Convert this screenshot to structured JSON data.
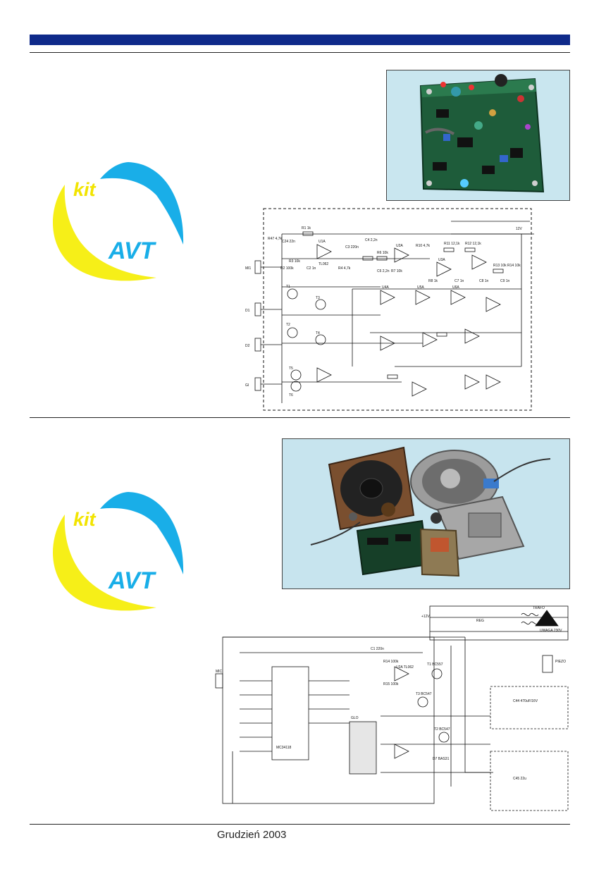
{
  "logo": {
    "kit": "kit",
    "brand": "AVT"
  },
  "schematic1": {
    "supply_label": "12V",
    "u1": "U1A",
    "u1_type": "TL062",
    "u2": "U2A",
    "u3": "U3A",
    "u4": "U4A",
    "u5": "U5A",
    "u6": "U6A",
    "parts": [
      "R47 4,7k",
      "C24 22n",
      "R1 1k",
      "R2 100k",
      "R3 10k",
      "C2 1n",
      "R4 4,7k",
      "C4 2,2n",
      "R6 10k",
      "C6 2,2n",
      "R7 10k",
      "C3 220n",
      "R11 12,1k",
      "R12 12,1k",
      "R13 10k",
      "R14 10k",
      "C7 1n",
      "C8 1n",
      "C9 1n",
      "R8 1k",
      "R10 4,7k"
    ],
    "inputs": [
      "MI1",
      "D1",
      "D2",
      "GI"
    ],
    "transistors": [
      "T1",
      "T2",
      "T3",
      "T4",
      "T5",
      "T6"
    ]
  },
  "schematic2": {
    "ic": "MC34118",
    "transformer": "TRAFO",
    "warning": "UWAGA 230V",
    "piezo": "PIEZO",
    "supply": "+12V",
    "parts": [
      "C1 220n",
      "R14 100k",
      "R15 100k",
      "U2A TL062",
      "T1 BC557",
      "T2 BC547",
      "T3 BC547",
      "D7 BAS31",
      "C44 470uF/16V",
      "C45 22u",
      "REG",
      "MIC",
      "GLO"
    ]
  },
  "footer": {
    "date": "Grudzień 2003"
  }
}
